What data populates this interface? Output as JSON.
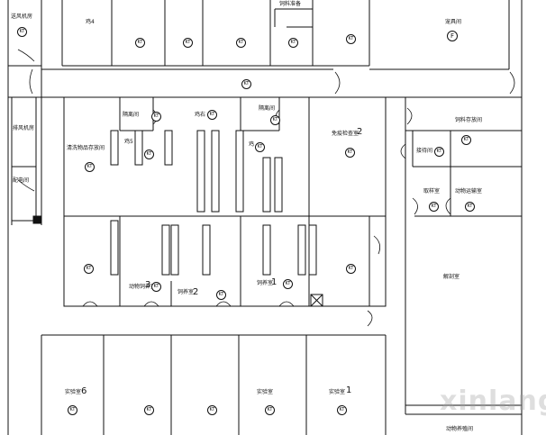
{
  "tag_text": "KT",
  "rooms": {
    "room_top_left": "送风机房",
    "room_left_mid_1": "排风机房",
    "room_left_mid_2": "配电间",
    "room_top_4": "鸡4",
    "room_top_utility": "饲料准备",
    "room_top_right": "宠具间",
    "room_top_right_tag": "F",
    "room_feed": "清洗物品存放间",
    "room_prep": "隔离间",
    "room_chicken5": "鸡5",
    "room_chicken_right": "鸡右",
    "room_isolation": "隔离间",
    "room_chicken_small": "鸡",
    "room_sterile_1": "免疫检查室",
    "room_sterile_1_num": "2",
    "room_dirty": "动物饲养室",
    "room_dirty_num": "3",
    "room_feeding_2": "饲养室",
    "room_feeding_2_num": "2",
    "room_feeding_1": "饲养室",
    "room_feeding_1_num": "1",
    "room_right_1": "饲料存放间",
    "room_right_2": "接待间",
    "room_right_3": "取样室",
    "room_right_4": "动物运输室",
    "room_right_big": "解剖室",
    "room_bottom_1": "实验室",
    "room_bottom_1_num": "6",
    "room_bottom_5": "实验室",
    "room_bottom_6": "实验室",
    "room_bottom_6_num": "1",
    "room_bottom_right": "动物养殖间"
  },
  "watermark": "xinlang"
}
